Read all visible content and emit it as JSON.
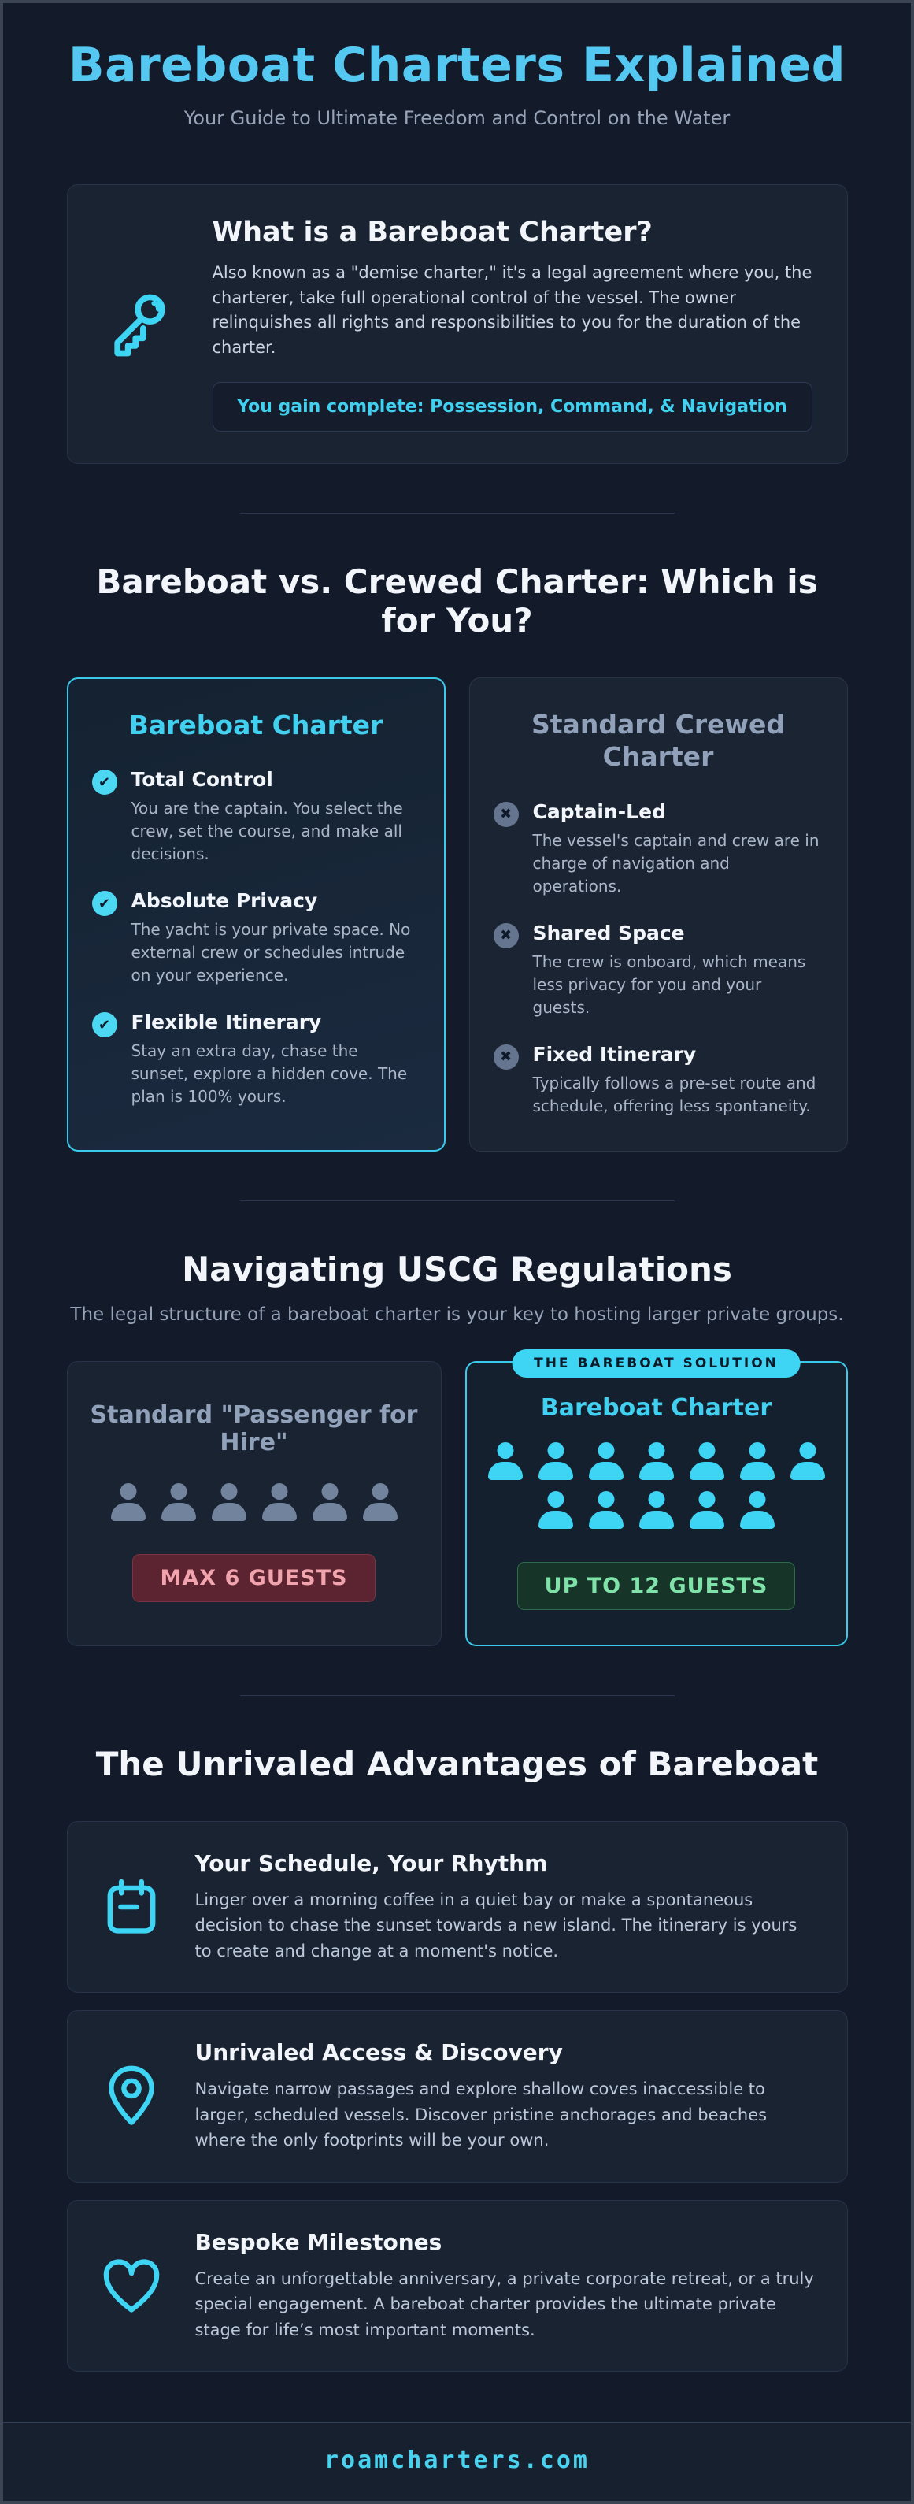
{
  "page": {
    "title": "Bareboat Charters Explained",
    "subtitle": "Your Guide to Ultimate Freedom and Control on the Water",
    "footer_link": "roamcharters.com"
  },
  "colors": {
    "accent_cyan": "#3ed4f4",
    "title_blue": "#55c8f2",
    "red_badge_bg": "#5c2330",
    "red_badge_text": "#f1a4ad",
    "green_badge_bg": "#173428",
    "green_badge_text": "#7fe3a9"
  },
  "intro": {
    "heading": "What is a Bareboat Charter?",
    "icon": "key-icon",
    "body": "Also known as a \"demise charter,\" it's a legal agreement where you, the charterer, take full operational control of the vessel. The owner relinquishes all rights and responsibilities to you for the duration of the charter.",
    "callout": "You gain complete: Possession, Command, & Navigation"
  },
  "comparison": {
    "heading": "Bareboat vs. Crewed Charter: Which is for You?",
    "bareboat": {
      "title": "Bareboat Charter",
      "bullet_icon": "check-icon",
      "items": [
        {
          "title": "Total Control",
          "desc": "You are the captain. You select the crew, set the course, and make all decisions."
        },
        {
          "title": "Absolute Privacy",
          "desc": "The yacht is your private space. No external crew or schedules intrude on your experience."
        },
        {
          "title": "Flexible Itinerary",
          "desc": "Stay an extra day, chase the sunset, explore a hidden cove. The plan is 100% yours."
        }
      ]
    },
    "crewed": {
      "title": "Standard Crewed Charter",
      "bullet_icon": "x-icon",
      "items": [
        {
          "title": "Captain-Led",
          "desc": "The vessel's captain and crew are in charge of navigation and operations."
        },
        {
          "title": "Shared Space",
          "desc": "The crew is onboard, which means less privacy for you and your guests."
        },
        {
          "title": "Fixed Itinerary",
          "desc": "Typically follows a pre-set route and schedule, offering less spontaneity."
        }
      ]
    }
  },
  "uscg": {
    "heading": "Navigating USCG Regulations",
    "subtitle": "The legal structure of a bareboat charter is your key to hosting larger private groups.",
    "standard": {
      "title": "Standard \"Passenger for Hire\"",
      "guest_count": 6,
      "badge": "MAX 6 GUESTS"
    },
    "solution": {
      "pill": "THE BAREBOAT SOLUTION",
      "title": "Bareboat Charter",
      "guest_rows": [
        7,
        5
      ],
      "badge": "UP TO 12 GUESTS"
    }
  },
  "advantages": {
    "heading": "The Unrivaled Advantages of Bareboat",
    "cards": [
      {
        "icon": "calendar-icon",
        "title": "Your Schedule, Your Rhythm",
        "desc": "Linger over a morning coffee in a quiet bay or make a spontaneous decision to chase the sunset towards a new island. The itinerary is yours to create and change at a moment's notice."
      },
      {
        "icon": "map-pin-icon",
        "title": "Unrivaled Access & Discovery",
        "desc": "Navigate narrow passages and explore shallow coves inaccessible to larger, scheduled vessels. Discover pristine anchorages and beaches where the only footprints will be your own."
      },
      {
        "icon": "heart-icon",
        "title": "Bespoke Milestones",
        "desc": "Create an unforgettable anniversary, a private corporate retreat, or a truly special engagement. A bareboat charter provides the ultimate private stage for life’s most important moments."
      }
    ]
  }
}
